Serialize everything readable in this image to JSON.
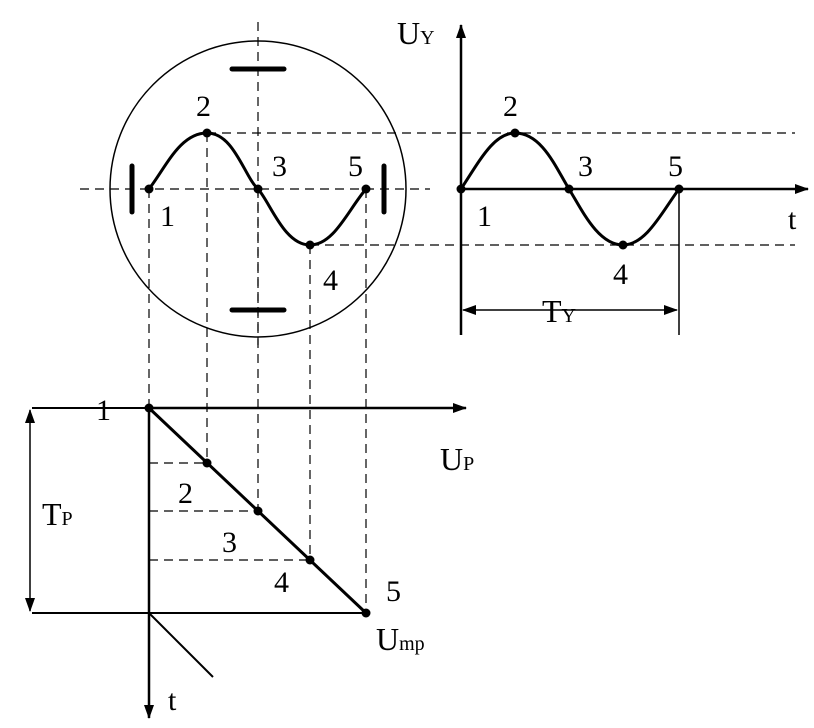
{
  "colors": {
    "ink": "#000000",
    "background": "#ffffff"
  },
  "labels": {
    "uy_axis": "U",
    "uy_axis_sub": "Y",
    "t_axis_right": "t",
    "ty_period": "T",
    "ty_period_sub": "Y",
    "up_axis": "U",
    "up_axis_sub": "P",
    "tp_period": "T",
    "tp_period_sub": "P",
    "t_axis_bottom": "t",
    "ump_label": "U",
    "ump_label_sub": "mp"
  },
  "screen_points": [
    "1",
    "2",
    "3",
    "4",
    "5"
  ],
  "signal_points": [
    "1",
    "2",
    "3",
    "4",
    "5"
  ],
  "sweep_points": [
    "1",
    "2",
    "3",
    "4",
    "5"
  ]
}
